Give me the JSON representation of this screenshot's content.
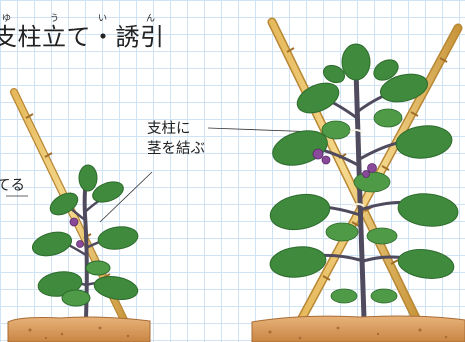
{
  "title": {
    "text": "支柱立て・誘引",
    "ruby": "ゆういん"
  },
  "labels": {
    "left_fragment": "てる",
    "right_line1": "支柱に",
    "right_line2": "茎を結ぶ"
  }
}
